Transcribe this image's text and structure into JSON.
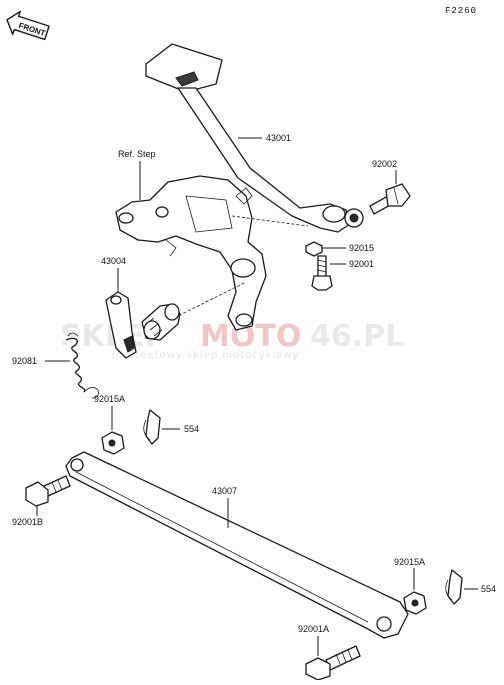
{
  "figure_code": "F2260",
  "front_label": "FRONT",
  "watermark": {
    "brand_part1": "SKLEP",
    "brand_part2": "MOTO",
    "brand_part3": "46.PL",
    "tagline": "internetowy sklep motocyklowy"
  },
  "reference_label": "Ref. Step",
  "parts": {
    "pedal": "43001",
    "bolt_top": "92002",
    "nut_top": "92015",
    "bolt_mid": "92001",
    "lever_arm": "43004",
    "spring": "92081",
    "nut_upper_rod": "92015A",
    "clip_upper": "554",
    "bolt_upper_rod": "92001B",
    "rod": "43007",
    "nut_lower_rod": "92015A",
    "clip_lower": "554",
    "bolt_lower_rod": "92001A"
  }
}
